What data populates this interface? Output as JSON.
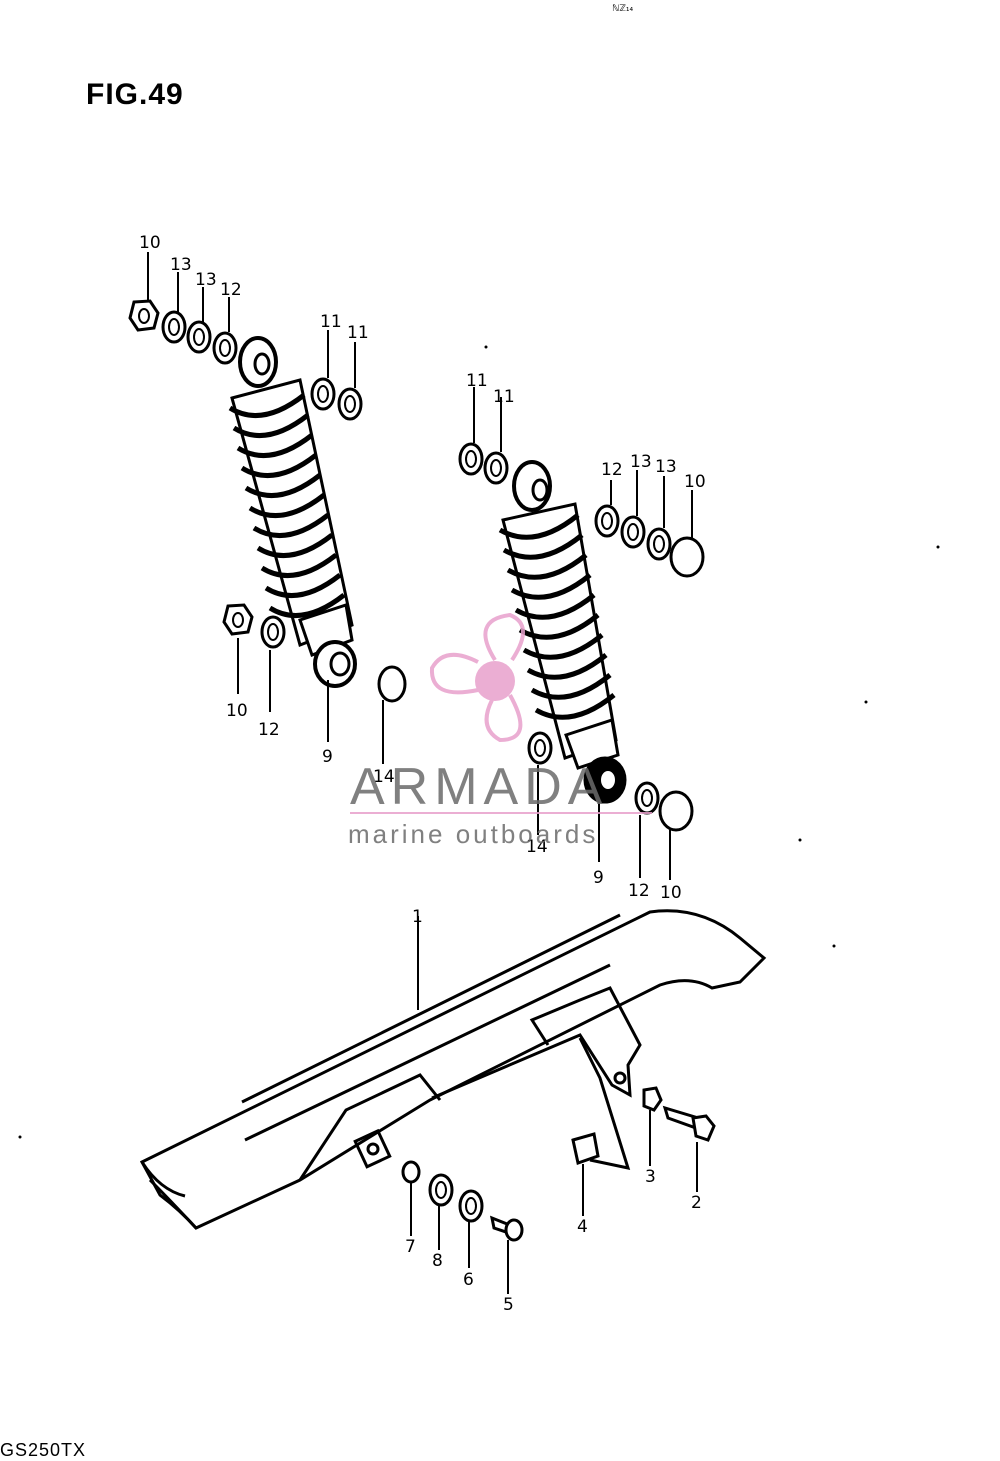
{
  "figure": {
    "title": "FIG.49",
    "top_mark": "ℕℤ₁₄",
    "model_code": "GS250TX"
  },
  "watermark": {
    "name": "ARMADA",
    "tagline": "marine outboards",
    "accent_color": "#e8a0cc",
    "text_color": "#6b6b6b"
  },
  "callouts": [
    {
      "id": "c1",
      "label": "10"
    },
    {
      "id": "c2",
      "label": "13"
    },
    {
      "id": "c3",
      "label": "13"
    },
    {
      "id": "c4",
      "label": "12"
    },
    {
      "id": "c5",
      "label": "11"
    },
    {
      "id": "c6",
      "label": "11"
    },
    {
      "id": "c7",
      "label": "10"
    },
    {
      "id": "c8",
      "label": "12"
    },
    {
      "id": "c9",
      "label": "9"
    },
    {
      "id": "c10",
      "label": "14"
    },
    {
      "id": "c11",
      "label": "11"
    },
    {
      "id": "c12",
      "label": "11"
    },
    {
      "id": "c13",
      "label": "12"
    },
    {
      "id": "c14",
      "label": "13"
    },
    {
      "id": "c15",
      "label": "13"
    },
    {
      "id": "c16",
      "label": "10"
    },
    {
      "id": "c17",
      "label": "14"
    },
    {
      "id": "c18",
      "label": "9"
    },
    {
      "id": "c19",
      "label": "12"
    },
    {
      "id": "c20",
      "label": "10"
    },
    {
      "id": "c21",
      "label": "1"
    },
    {
      "id": "c22",
      "label": "3"
    },
    {
      "id": "c23",
      "label": "2"
    },
    {
      "id": "c24",
      "label": "4"
    },
    {
      "id": "c25",
      "label": "7"
    },
    {
      "id": "c26",
      "label": "8"
    },
    {
      "id": "c27",
      "label": "6"
    },
    {
      "id": "c28",
      "label": "5"
    }
  ]
}
